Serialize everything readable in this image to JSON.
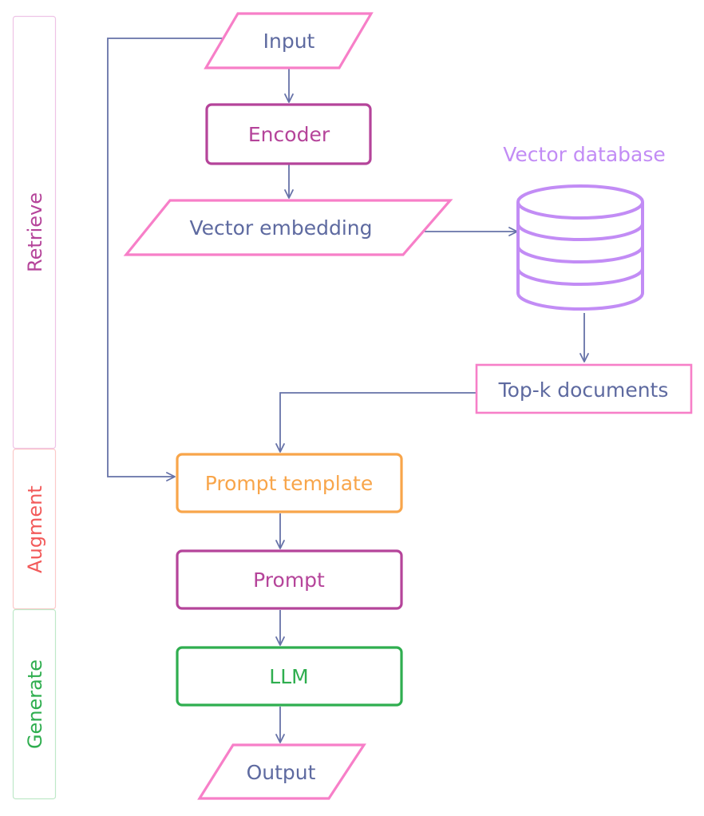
{
  "colors": {
    "connector": "#6672a8",
    "io_pink": "#f77fc8",
    "encoder_purple": "#b5449a",
    "db_lavender": "#c28cf5",
    "prompt_template_orange": "#f8a54a",
    "prompt_purple": "#b5449a",
    "llm_green": "#2fae4f",
    "text_navy": "#5e6aa0",
    "lane_retrieve": "#eec3e6",
    "lane_augment": "#fbc9c9",
    "lane_generate": "#bfe8c8",
    "lane_retrieve_text": "#b5449a",
    "lane_augment_text": "#f25a5a",
    "lane_generate_text": "#2fae4f"
  },
  "lanes": [
    {
      "id": "retrieve",
      "label": "Retrieve"
    },
    {
      "id": "augment",
      "label": "Augment"
    },
    {
      "id": "generate",
      "label": "Generate"
    }
  ],
  "nodes": {
    "input": {
      "label": "Input",
      "shape": "parallelogram"
    },
    "encoder": {
      "label": "Encoder",
      "shape": "rounded-rect"
    },
    "vector_embedding": {
      "label": "Vector embedding",
      "shape": "parallelogram"
    },
    "vector_database": {
      "label": "Vector database",
      "shape": "cylinder"
    },
    "top_k": {
      "label": "Top-k documents",
      "shape": "rect"
    },
    "prompt_template": {
      "label": "Prompt template",
      "shape": "rounded-rect"
    },
    "prompt": {
      "label": "Prompt",
      "shape": "rounded-rect"
    },
    "llm": {
      "label": "LLM",
      "shape": "rounded-rect"
    },
    "output": {
      "label": "Output",
      "shape": "parallelogram"
    }
  },
  "edges": [
    {
      "from": "input",
      "to": "encoder"
    },
    {
      "from": "encoder",
      "to": "vector_embedding"
    },
    {
      "from": "vector_embedding",
      "to": "vector_database"
    },
    {
      "from": "vector_database",
      "to": "top_k"
    },
    {
      "from": "top_k",
      "to": "prompt_template"
    },
    {
      "from": "input",
      "to": "prompt_template"
    },
    {
      "from": "prompt_template",
      "to": "prompt"
    },
    {
      "from": "prompt",
      "to": "llm"
    },
    {
      "from": "llm",
      "to": "output"
    }
  ]
}
